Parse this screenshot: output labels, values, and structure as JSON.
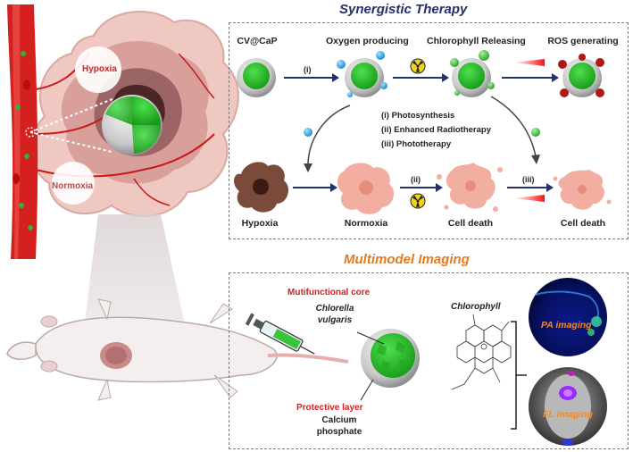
{
  "titles": {
    "synergistic": "Synergistic Therapy",
    "imaging": "Multimodel Imaging"
  },
  "tumor": {
    "hypoxia": "Hypoxia",
    "normoxia": "Normoxia"
  },
  "top_row": {
    "s1": "CV@CaP",
    "s2": "Oxygen producing",
    "s3": "Chlorophyll  Releasing",
    "s4": "ROS  generating",
    "arrow_step": "(i)"
  },
  "mechanisms": {
    "m1": "(i)    Photosynthesis",
    "m2": "(ii)   Enhanced Radiotherapy",
    "m3": "(iii)  Phototherapy"
  },
  "bottom_row": {
    "b1": "Hypoxia",
    "b2": "Normoxia",
    "b3": "Cell death",
    "b4": "Cell death",
    "step2": "(ii)",
    "step3": "(iii)"
  },
  "imaging": {
    "core_label": "Mutifunctional core",
    "core_name_1": "Chlorella",
    "core_name_2": "vulgaris",
    "layer_label": "Protective layer",
    "layer_name_1": "Calcium",
    "layer_name_2": "phosphate",
    "chlorophyll": "Chlorophyll",
    "pa": "PA imaging",
    "fl": "FL imaging"
  },
  "colors": {
    "navy": "#23306b",
    "orange": "#e07b22",
    "red": "#d42020",
    "green": "#2fb52f",
    "vessel": "#d4201e"
  }
}
